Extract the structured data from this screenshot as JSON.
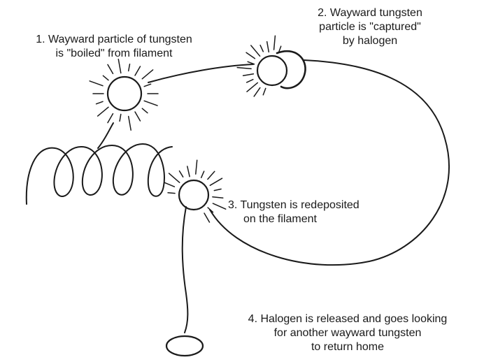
{
  "diagram": {
    "steps": [
      {
        "lines": [
          "1. Wayward particle of tungsten",
          "is \"boiled\" from filament"
        ]
      },
      {
        "lines": [
          "2. Wayward tungsten",
          "particle is \"captured\"",
          "by halogen"
        ]
      },
      {
        "lines": [
          "3. Tungsten is redeposited",
          "on the filament"
        ]
      },
      {
        "lines": [
          "4. Halogen is released and goes looking",
          "for another wayward tungsten",
          "to return home"
        ]
      }
    ]
  }
}
